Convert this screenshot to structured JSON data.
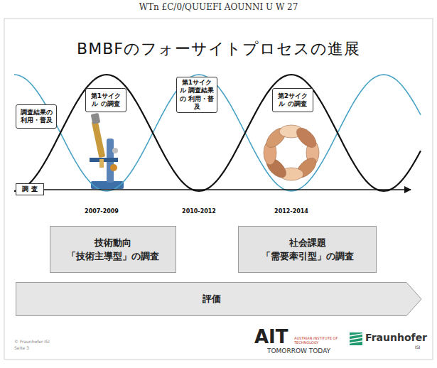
{
  "diagram": {
    "title": "BMBFのフォーサイトプロセスの進展",
    "nodes": [
      {
        "text": [
          "調査結果の 利用・普及"
        ]
      },
      {
        "text": [
          "第1サイクル の調査"
        ]
      },
      {
        "text": [
          "第1サイクル 調査結果の 利用・普及"
        ]
      },
      {
        "text": [
          "第2サイクル の調査"
        ]
      },
      {
        "text": [
          "調 査"
        ]
      },
      {
        "text": [
          "技術動向",
          "「技術主導型」の調査"
        ]
      },
      {
        "text": [
          "社会課題",
          "「需要牽引型」の調査"
        ]
      },
      {
        "text": [
          "評価"
        ]
      }
    ],
    "labels": [
      "WTn £C/0/QUUEFI AOUNNI U W 27",
      "2007-2009",
      "2010-2012",
      "2012-2014",
      "© Fraunhofer ISI",
      "Seite 3",
      "AIT",
      "AUSTRIAN INSTITUTE OF TECHNOLOGY",
      "TOMORROW TODAY",
      "Fraunhofer",
      "ISI"
    ]
  }
}
